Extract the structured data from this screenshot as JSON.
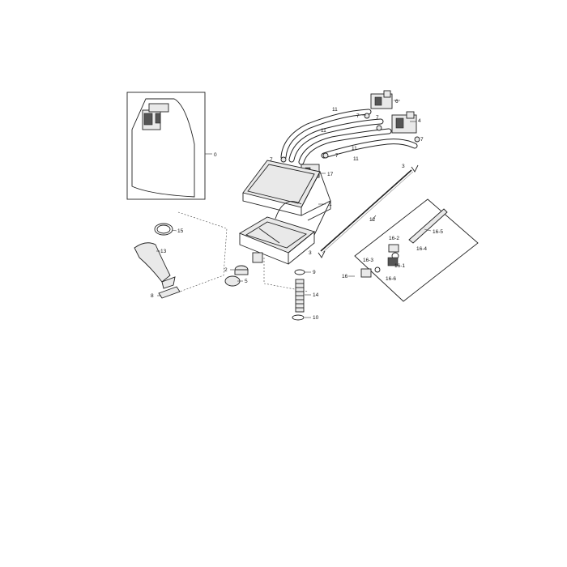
{
  "labels": {
    "p1": "1",
    "p2": "2",
    "p3a": "3",
    "p3b": "3",
    "p4": "4",
    "p5": "5",
    "p6": "6",
    "p7a": "7",
    "p7b": "7",
    "p7c": "7",
    "p7d": "7",
    "p7e": "7",
    "p8": "8",
    "p9": "9",
    "p10": "10",
    "p11a": "11",
    "p11b": "11",
    "p11c": "11",
    "p11d": "11",
    "p12": "12",
    "p13": "13",
    "p14": "14",
    "p15": "15",
    "p16": "16",
    "p17": "17",
    "p0": "0",
    "p16_1": "16-1",
    "p16_2": "16-2",
    "p16_3": "16-3",
    "p16_4": "16-4",
    "p16_5": "16-5",
    "p16_6": "16-6"
  }
}
